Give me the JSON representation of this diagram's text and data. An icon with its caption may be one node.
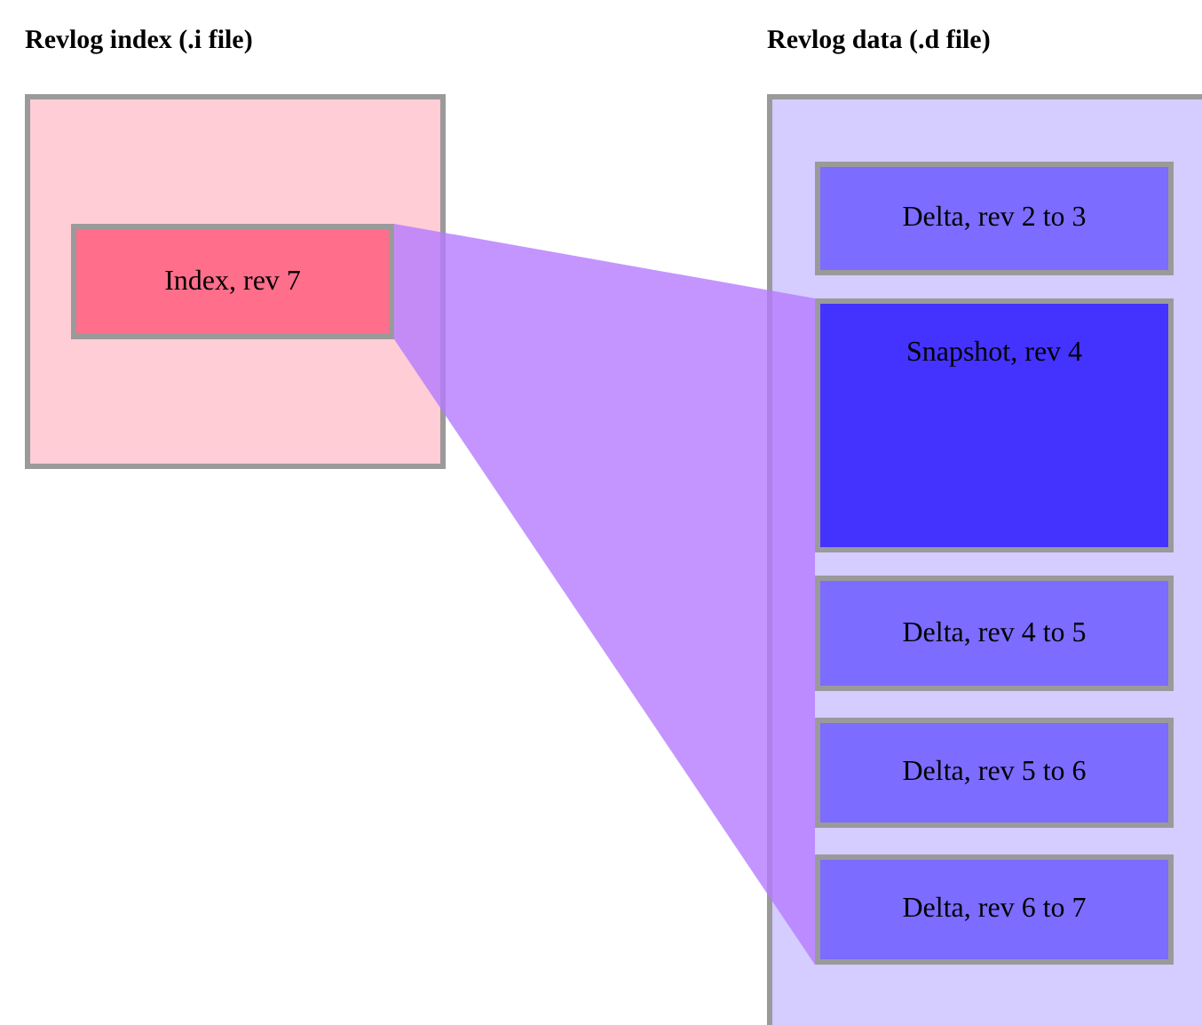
{
  "diagram": {
    "nodes": [
      {
        "text": [
          "Revlog index (.i file)"
        ]
      },
      {
        "text": [
          "Index, rev 7"
        ],
        "in": 0
      },
      {
        "text": [
          "Revlog data (.d file)"
        ]
      },
      {
        "text": [
          "Delta, rev 2 to 3"
        ],
        "in": 2
      },
      {
        "text": [
          "Snapshot, rev 4"
        ],
        "in": 2
      },
      {
        "text": [
          "Delta, rev 4 to 5"
        ],
        "in": 2
      },
      {
        "text": [
          "Delta, rev 5 to 6"
        ],
        "in": 2
      },
      {
        "text": [
          "Delta, rev 6 to 7"
        ],
        "in": 2
      }
    ],
    "edges": [
      {
        "from": 1,
        "to": 4,
        "arrow": "none",
        "style": "thick"
      },
      {
        "from": 1,
        "to": 7,
        "arrow": "none",
        "style": "thick"
      }
    ]
  }
}
